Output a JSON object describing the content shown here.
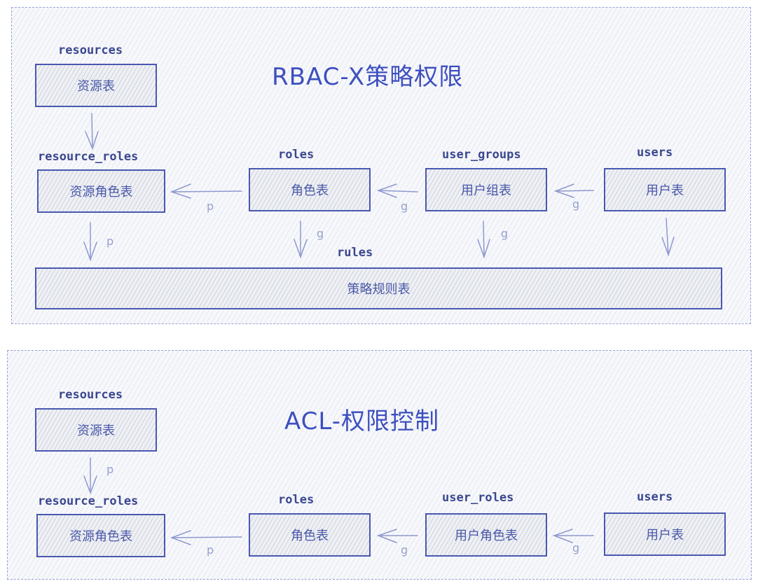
{
  "rbac": {
    "title": "RBAC-X策略权限",
    "nodes": {
      "resources": {
        "label": "resources",
        "text": "资源表"
      },
      "resource_roles": {
        "label": "resource_roles",
        "text": "资源角色表"
      },
      "roles": {
        "label": "roles",
        "text": "角色表"
      },
      "user_groups": {
        "label": "user_groups",
        "text": "用户组表"
      },
      "users": {
        "label": "users",
        "text": "用户表"
      },
      "rules": {
        "label": "rules",
        "text": "策略规则表"
      }
    },
    "edges": {
      "roles_to_resource_roles": "p",
      "user_groups_to_roles": "g",
      "users_to_user_groups": "g",
      "resource_roles_to_rules": "p",
      "roles_to_rules": "g",
      "user_groups_to_rules": "g"
    }
  },
  "acl": {
    "title": "ACL-权限控制",
    "nodes": {
      "resources": {
        "label": "resources",
        "text": "资源表"
      },
      "resource_roles": {
        "label": "resource_roles",
        "text": "资源角色表"
      },
      "roles": {
        "label": "roles",
        "text": "角色表"
      },
      "user_roles": {
        "label": "user_roles",
        "text": "用户角色表"
      },
      "users": {
        "label": "users",
        "text": "用户表"
      }
    },
    "edges": {
      "resources_to_resource_roles": "p",
      "roles_to_resource_roles": "p",
      "user_roles_to_roles": "g",
      "users_to_user_roles": "g"
    }
  }
}
